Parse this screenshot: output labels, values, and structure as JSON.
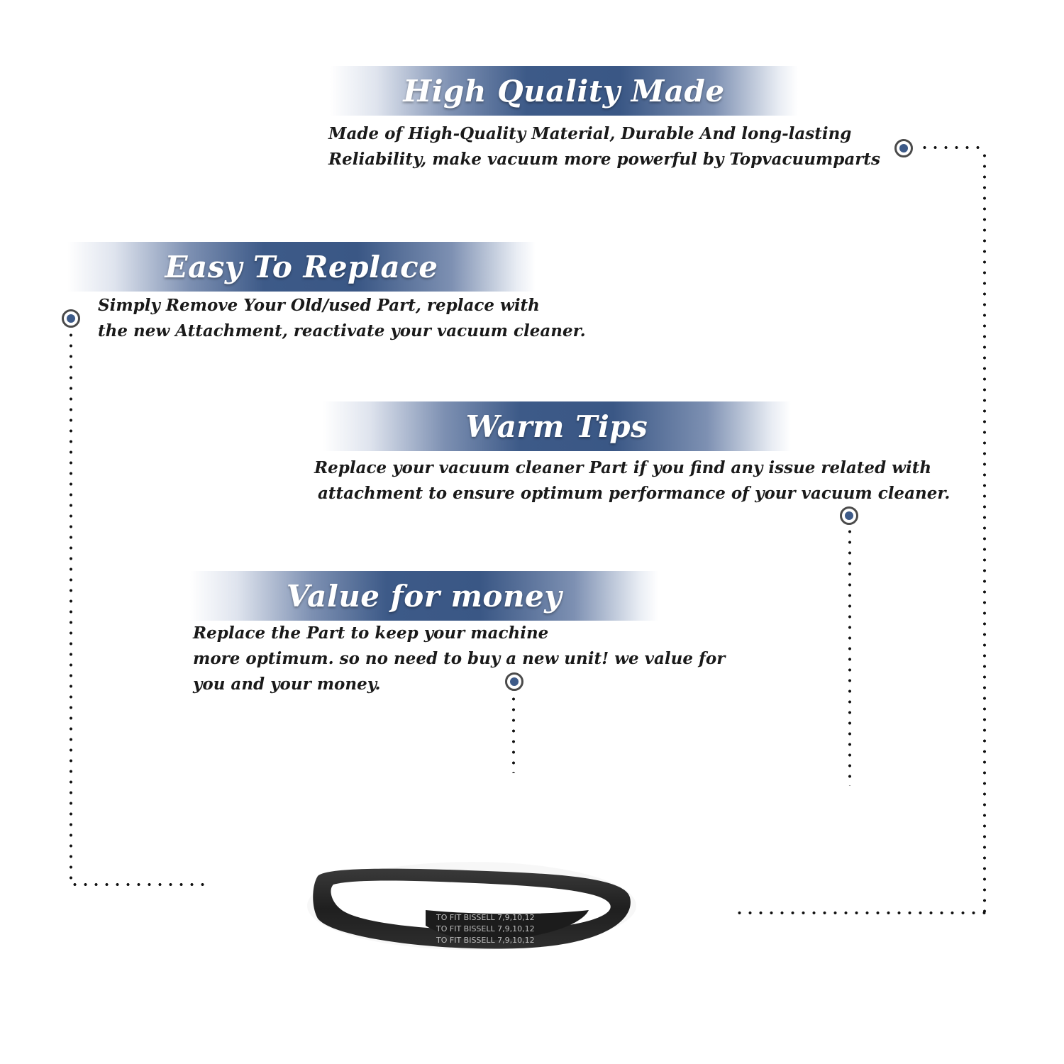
{
  "sections": [
    {
      "title": "High Quality Made",
      "lines": [
        "Made of  High-Quality Material, Durable And long-lasting",
        "Reliability, make vacuum more powerful by Topvacuumparts"
      ]
    },
    {
      "title": "Easy To Replace",
      "lines": [
        "Simply Remove Your Old/used Part, replace with",
        "the new Attachment, reactivate your vacuum cleaner."
      ]
    },
    {
      "title": "Warm Tips",
      "lines": [
        "Replace your vacuum cleaner Part if you find any issue related with",
        "attachment to ensure optimum performance of your vacuum cleaner."
      ]
    },
    {
      "title": "Value for money",
      "lines": [
        "Replace the Part to keep your machine",
        "more optimum. so no need to buy a new unit! we value for",
        "you and your money."
      ]
    }
  ],
  "belt": {
    "print_lines": [
      "TO FIT  BISSELL       7,9,10,12",
      "TO FIT  BISSELL       7,9,10,12",
      "TO FIT  BISSELL       7,9,10,12"
    ]
  },
  "colors": {
    "banner_blue": "#3d5a88",
    "marker_blue": "#3d5a88",
    "belt": "#222222"
  }
}
